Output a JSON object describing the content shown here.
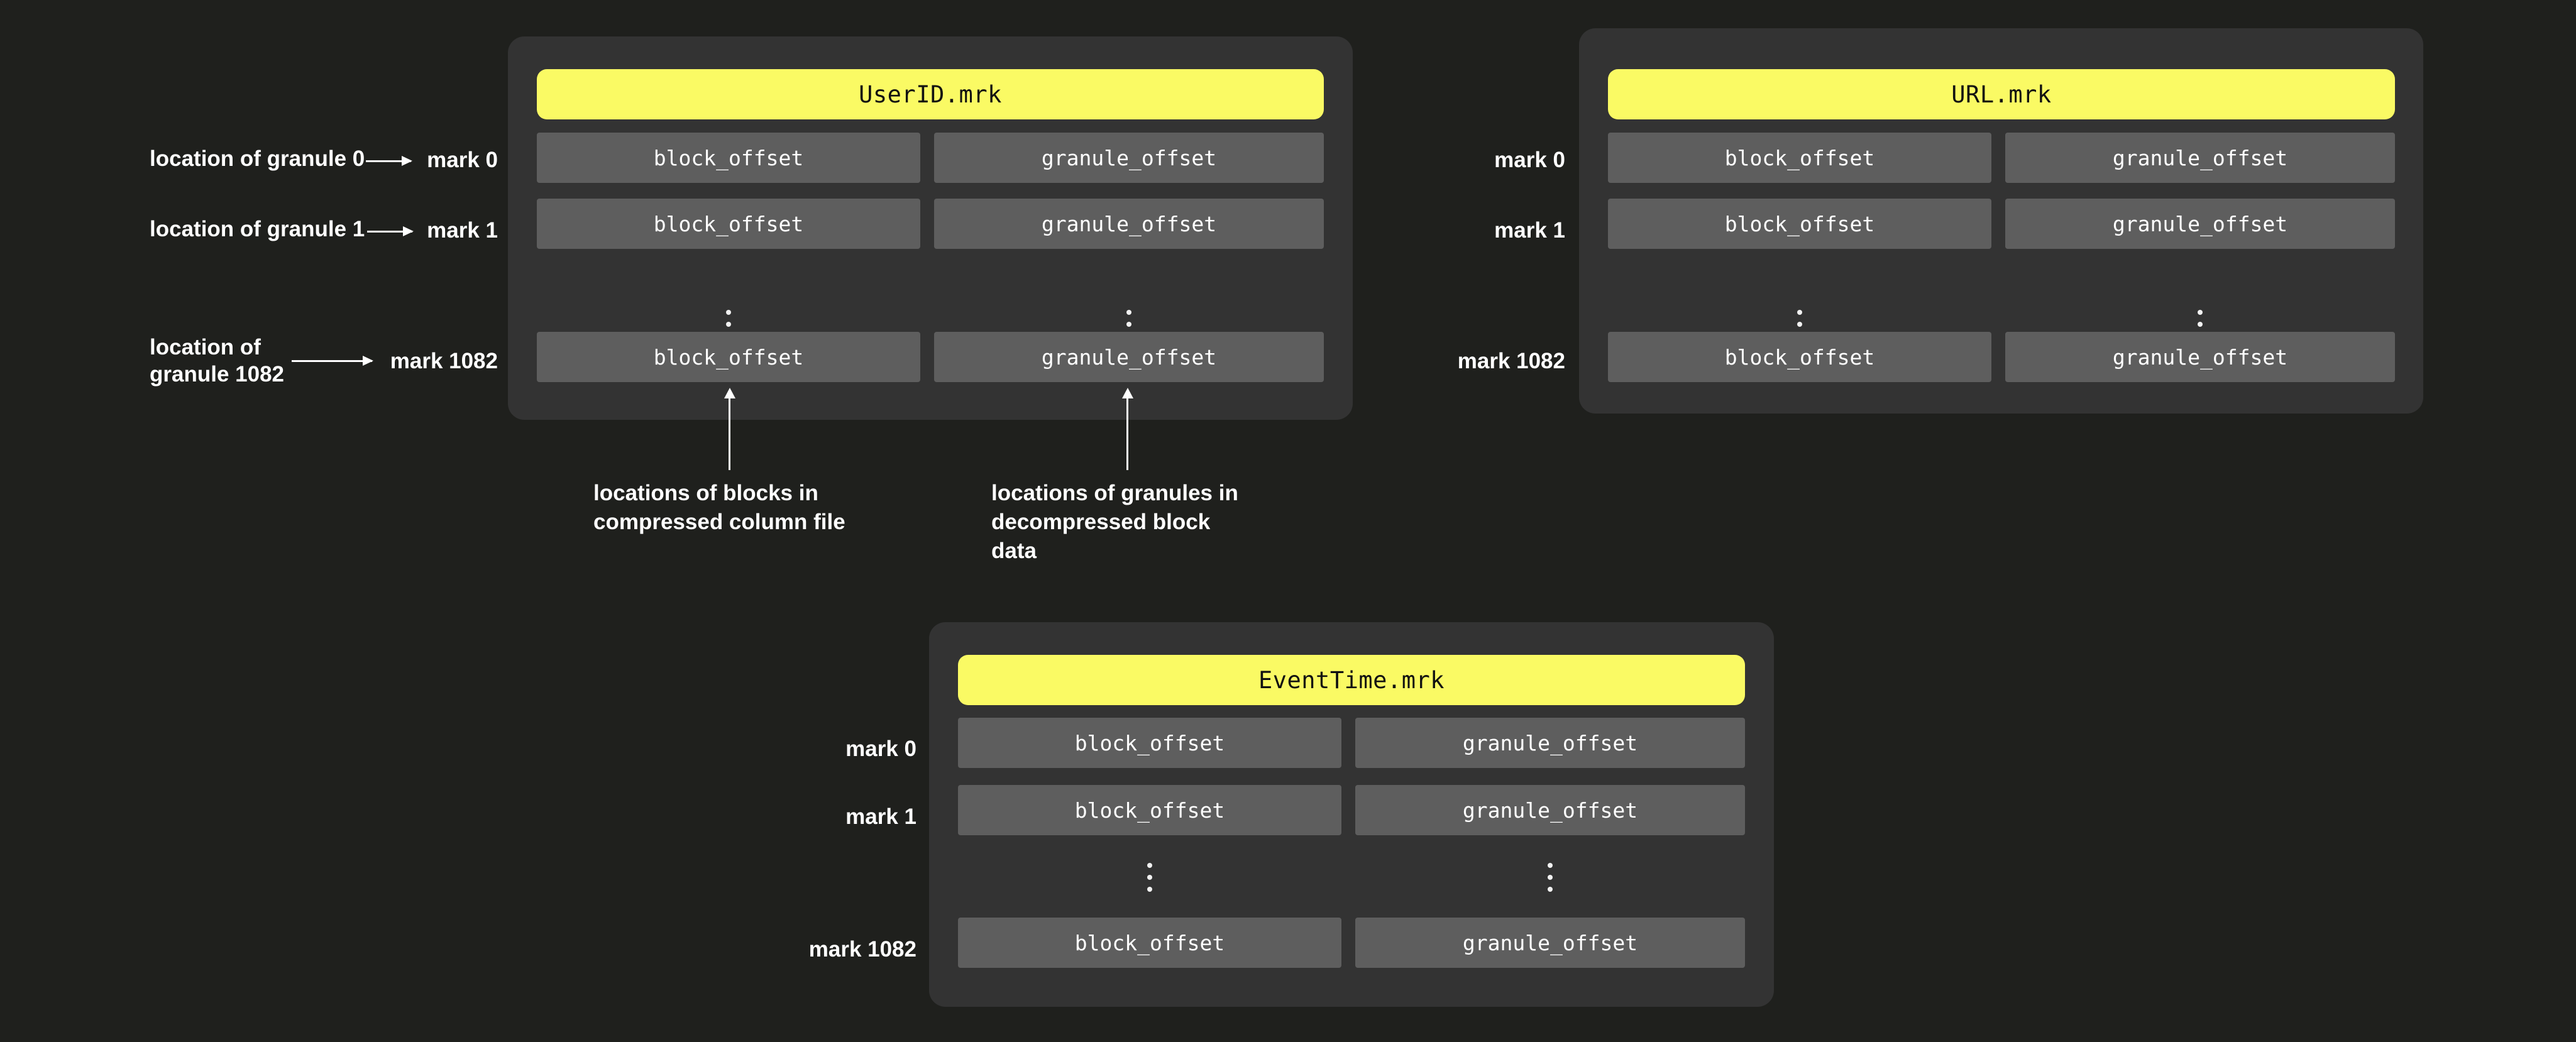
{
  "theme": {
    "background": "#1f201d",
    "panel_background": "#333333",
    "cell_background": "#5e5e5e",
    "header_background": "#fafa64",
    "text_color": "#ffffff",
    "header_text_color": "#111111"
  },
  "columns": {
    "block_offset_label": "block_offset",
    "granule_offset_label": "granule_offset",
    "ellipsis": "⋮"
  },
  "panels": [
    {
      "id": "userid",
      "title": "UserID.mrk",
      "mark_labels": [
        "mark 0",
        "mark 1",
        "mark 1082"
      ],
      "rows": [
        {
          "block_offset": "block_offset",
          "granule_offset": "granule_offset"
        },
        {
          "block_offset": "block_offset",
          "granule_offset": "granule_offset"
        },
        {
          "block_offset": "block_offset",
          "granule_offset": "granule_offset"
        }
      ]
    },
    {
      "id": "url",
      "title": "URL.mrk",
      "mark_labels": [
        "mark 0",
        "mark 1",
        "mark 1082"
      ],
      "rows": [
        {
          "block_offset": "block_offset",
          "granule_offset": "granule_offset"
        },
        {
          "block_offset": "block_offset",
          "granule_offset": "granule_offset"
        },
        {
          "block_offset": "block_offset",
          "granule_offset": "granule_offset"
        }
      ]
    },
    {
      "id": "eventtime",
      "title": "EventTime.mrk",
      "mark_labels": [
        "mark 0",
        "mark 1",
        "mark 1082"
      ],
      "rows": [
        {
          "block_offset": "block_offset",
          "granule_offset": "granule_offset"
        },
        {
          "block_offset": "block_offset",
          "granule_offset": "granule_offset"
        },
        {
          "block_offset": "block_offset",
          "granule_offset": "granule_offset"
        }
      ]
    }
  ],
  "granule_notes": [
    {
      "text": "location of granule 0"
    },
    {
      "text": "location of granule 1"
    },
    {
      "line1": "location of",
      "line2": "granule 1082"
    }
  ],
  "bottom_notes": [
    {
      "line1": "locations of blocks in",
      "line2": "compressed column file"
    },
    {
      "line1": "locations of granules in",
      "line2": "decompressed block data"
    }
  ]
}
